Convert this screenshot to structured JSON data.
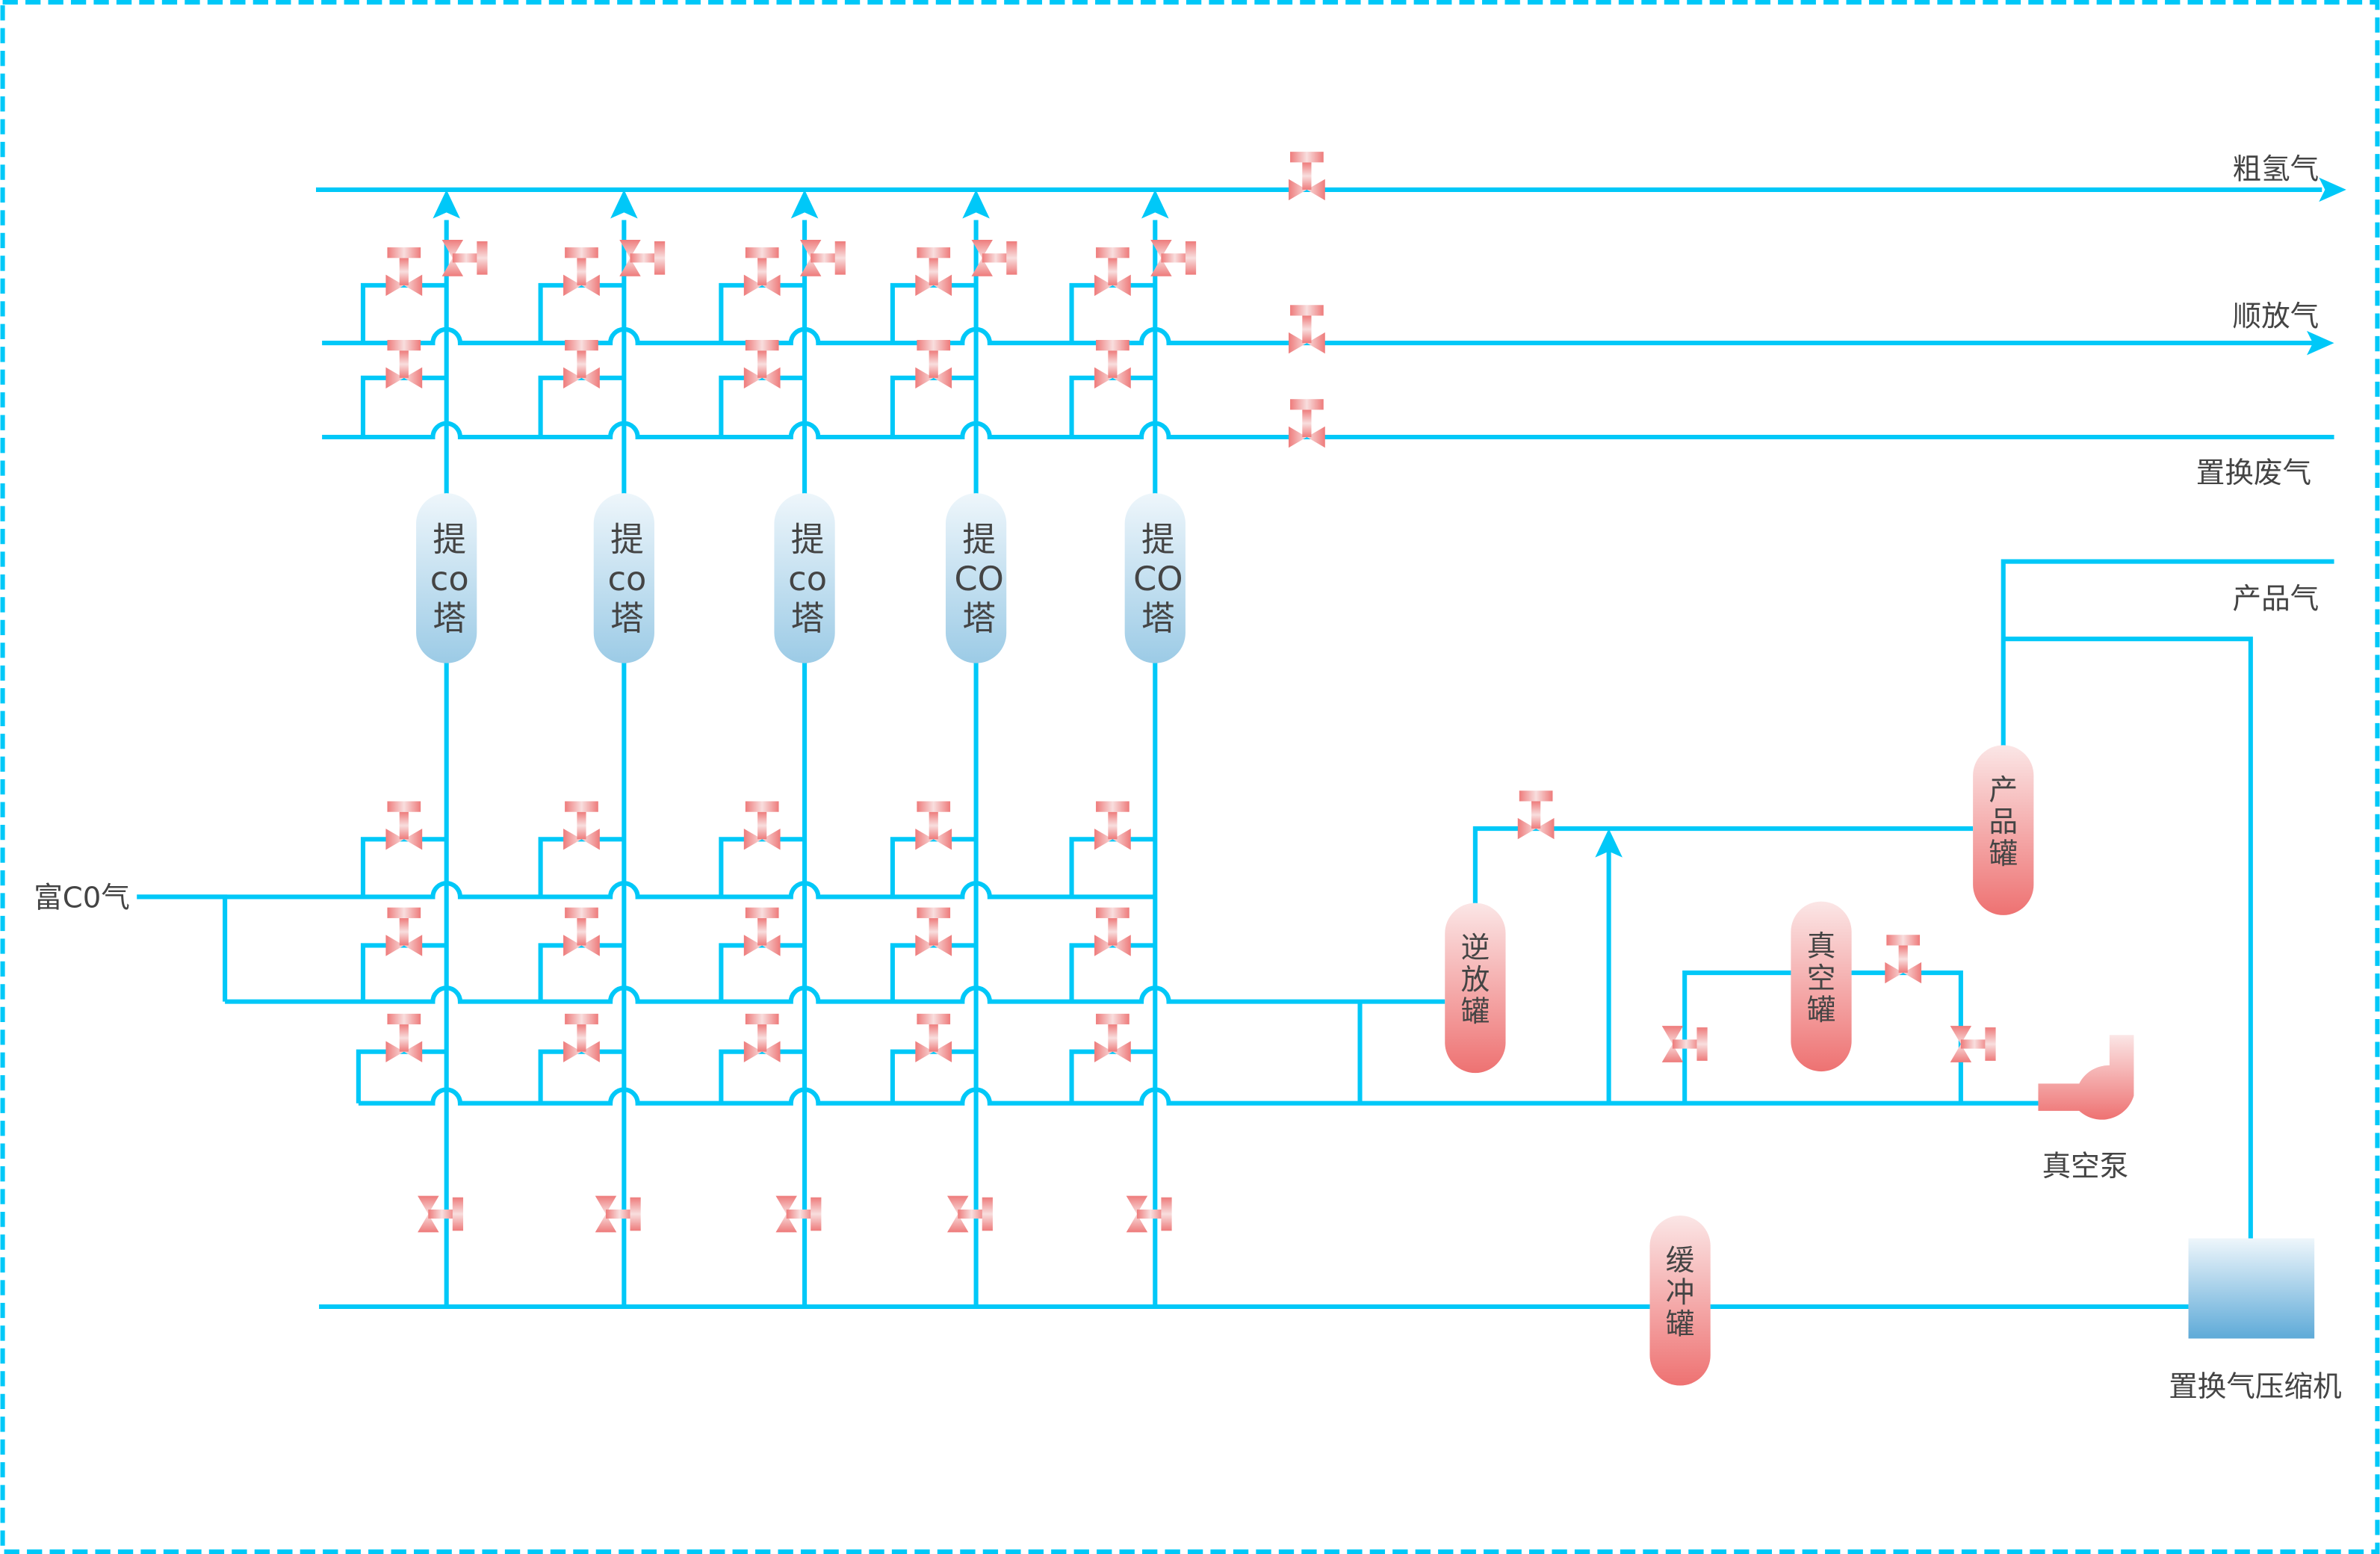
{
  "colors": {
    "pipe": "#00c8f8",
    "valve": "#ee7b7b",
    "tower": "#9ccbe6",
    "tank": "#ee7b7b"
  },
  "lines": {
    "crude_hydrogen": "粗氢气",
    "cocurrent_gas": "顺放气",
    "purge_waste": "置换废气",
    "product_gas": "产品气",
    "feed": "富C0气"
  },
  "towers": [
    {
      "l1": "提",
      "l2": "co",
      "l3": "塔"
    },
    {
      "l1": "提",
      "l2": "co",
      "l3": "塔"
    },
    {
      "l1": "提",
      "l2": "co",
      "l3": "塔"
    },
    {
      "l1": "提",
      "l2": "CO",
      "l3": "塔"
    },
    {
      "l1": "提",
      "l2": "CO",
      "l3": "塔"
    }
  ],
  "equipment": {
    "reverse_tank": [
      "逆",
      "放",
      "罐"
    ],
    "vacuum_tank": [
      "真",
      "空",
      "罐"
    ],
    "product_tank": [
      "产",
      "品",
      "罐"
    ],
    "buffer_tank": [
      "缓",
      "冲",
      "罐"
    ],
    "vacuum_pump": "真空泵",
    "compressor": "置换气压缩机"
  }
}
